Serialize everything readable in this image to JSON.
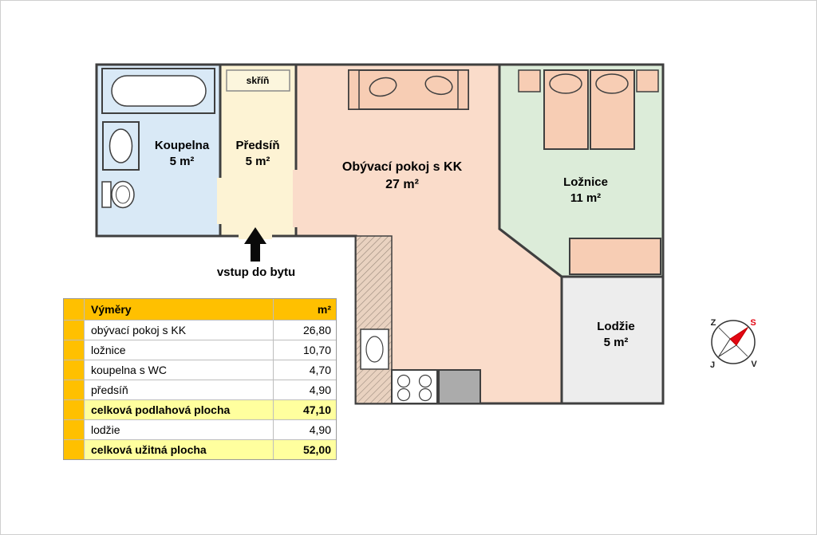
{
  "plan": {
    "rooms": {
      "bathroom": {
        "name": "Koupelna",
        "area": "5 m²",
        "color": "#d9e9f6"
      },
      "hall": {
        "name": "Předsíň",
        "area": "5 m²",
        "color": "#fdf3d4"
      },
      "living": {
        "name": "Obývací pokoj  s KK",
        "area": "27 m²",
        "color": "#fadcca"
      },
      "bedroom": {
        "name": "Ložnice",
        "area": "11 m²",
        "color": "#dcecd9"
      },
      "loggia": {
        "name": "Lodžie",
        "area": "5 m²",
        "color": "#ededed"
      }
    },
    "closet_label": "skříň",
    "entrance_label": "vstup do bytu",
    "compass": {
      "north": "S",
      "south": "J",
      "east": "V",
      "west": "Z",
      "needle_color": "#e30613"
    },
    "colors": {
      "wall": "#3f3f3f",
      "furniture": "#f7cdb4"
    }
  },
  "table": {
    "header": {
      "title": "Výměry",
      "unit": "m²"
    },
    "rows": [
      {
        "label": "obývací pokoj s KK",
        "value": "26,80"
      },
      {
        "label": "ložnice",
        "value": "10,70"
      },
      {
        "label": "koupelna s WC",
        "value": "4,70"
      },
      {
        "label": "předsíň",
        "value": "4,90"
      },
      {
        "label": "celková podlahová plocha",
        "value": "47,10"
      },
      {
        "label": "lodžie",
        "value": "4,90"
      },
      {
        "label": "celková užitná plocha",
        "value": "52,00"
      }
    ],
    "colors": {
      "header_bg": "#ffc000",
      "highlight_bg": "#ffff9e"
    }
  }
}
